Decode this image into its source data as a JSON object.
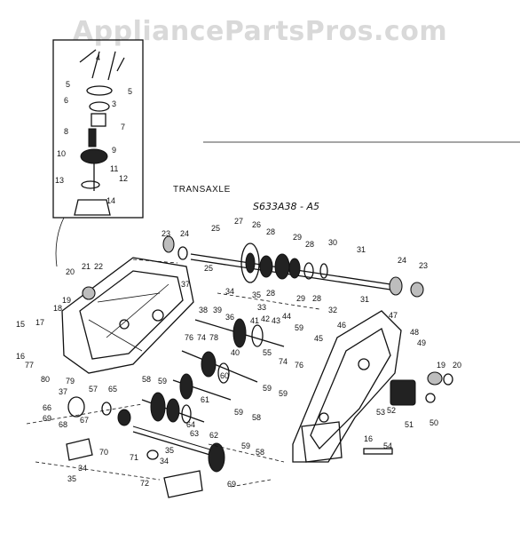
{
  "watermark": "AppliancePartsPros.com",
  "title": "TRANSAXLE",
  "model_note": "S633A38 - A5",
  "labels": [
    {
      "id": "5a",
      "text": "5"
    },
    {
      "id": "4a",
      "text": "4"
    },
    {
      "id": "5b",
      "text": "5"
    },
    {
      "id": "6",
      "text": "6"
    },
    {
      "id": "3",
      "text": "3"
    },
    {
      "id": "7",
      "text": "7"
    },
    {
      "id": "8",
      "text": "8"
    },
    {
      "id": "9",
      "text": "9"
    },
    {
      "id": "10",
      "text": "10"
    },
    {
      "id": "11",
      "text": "11"
    },
    {
      "id": "12",
      "text": "12"
    },
    {
      "id": "13",
      "text": "13"
    },
    {
      "id": "14",
      "text": "14"
    },
    {
      "id": "23a",
      "text": "23"
    },
    {
      "id": "24a",
      "text": "24"
    },
    {
      "id": "25a",
      "text": "25"
    },
    {
      "id": "27",
      "text": "27"
    },
    {
      "id": "26",
      "text": "26"
    },
    {
      "id": "28a",
      "text": "28"
    },
    {
      "id": "29a",
      "text": "29"
    },
    {
      "id": "28b",
      "text": "28"
    },
    {
      "id": "30",
      "text": "30"
    },
    {
      "id": "31a",
      "text": "31"
    },
    {
      "id": "24b",
      "text": "24"
    },
    {
      "id": "23b",
      "text": "23"
    },
    {
      "id": "25b",
      "text": "25"
    },
    {
      "id": "28c",
      "text": "28"
    },
    {
      "id": "29b",
      "text": "29"
    },
    {
      "id": "28d",
      "text": "28"
    },
    {
      "id": "31b",
      "text": "31"
    },
    {
      "id": "34a",
      "text": "34"
    },
    {
      "id": "35a",
      "text": "35"
    },
    {
      "id": "33",
      "text": "33"
    },
    {
      "id": "32",
      "text": "32"
    },
    {
      "id": "20a",
      "text": "20"
    },
    {
      "id": "21",
      "text": "21"
    },
    {
      "id": "22",
      "text": "22"
    },
    {
      "id": "19a",
      "text": "19"
    },
    {
      "id": "18",
      "text": "18"
    },
    {
      "id": "37a",
      "text": "37"
    },
    {
      "id": "38",
      "text": "38"
    },
    {
      "id": "39a",
      "text": "39"
    },
    {
      "id": "36",
      "text": "36"
    },
    {
      "id": "41",
      "text": "41"
    },
    {
      "id": "42",
      "text": "42"
    },
    {
      "id": "43",
      "text": "43"
    },
    {
      "id": "44",
      "text": "44"
    },
    {
      "id": "47",
      "text": "47"
    },
    {
      "id": "46",
      "text": "46"
    },
    {
      "id": "59a",
      "text": "59"
    },
    {
      "id": "45",
      "text": "45"
    },
    {
      "id": "48",
      "text": "48"
    },
    {
      "id": "49",
      "text": "49"
    },
    {
      "id": "15",
      "text": "15"
    },
    {
      "id": "17",
      "text": "17"
    },
    {
      "id": "16a",
      "text": "16"
    },
    {
      "id": "77",
      "text": "77"
    },
    {
      "id": "80",
      "text": "80"
    },
    {
      "id": "79",
      "text": "79"
    },
    {
      "id": "37b",
      "text": "37"
    },
    {
      "id": "76a",
      "text": "76"
    },
    {
      "id": "74a",
      "text": "74"
    },
    {
      "id": "78",
      "text": "78"
    },
    {
      "id": "40",
      "text": "40"
    },
    {
      "id": "55",
      "text": "55"
    },
    {
      "id": "74b",
      "text": "74"
    },
    {
      "id": "76b",
      "text": "76"
    },
    {
      "id": "57",
      "text": "57"
    },
    {
      "id": "65",
      "text": "65"
    },
    {
      "id": "58a",
      "text": "58"
    },
    {
      "id": "59b",
      "text": "59"
    },
    {
      "id": "60",
      "text": "60"
    },
    {
      "id": "59c",
      "text": "59"
    },
    {
      "id": "59d",
      "text": "59"
    },
    {
      "id": "19b",
      "text": "19"
    },
    {
      "id": "20b",
      "text": "20"
    },
    {
      "id": "66",
      "text": "66"
    },
    {
      "id": "69a",
      "text": "69"
    },
    {
      "id": "68",
      "text": "68"
    },
    {
      "id": "67",
      "text": "67"
    },
    {
      "id": "61",
      "text": "61"
    },
    {
      "id": "53",
      "text": "53"
    },
    {
      "id": "52",
      "text": "52"
    },
    {
      "id": "50",
      "text": "50"
    },
    {
      "id": "51",
      "text": "51"
    },
    {
      "id": "59e",
      "text": "59"
    },
    {
      "id": "58b",
      "text": "58"
    },
    {
      "id": "64",
      "text": "64"
    },
    {
      "id": "63",
      "text": "63"
    },
    {
      "id": "70",
      "text": "70"
    },
    {
      "id": "34b",
      "text": "34"
    },
    {
      "id": "35b",
      "text": "35"
    },
    {
      "id": "62",
      "text": "62"
    },
    {
      "id": "59f",
      "text": "59"
    },
    {
      "id": "58c",
      "text": "58"
    },
    {
      "id": "16b",
      "text": "16"
    },
    {
      "id": "54",
      "text": "54"
    },
    {
      "id": "71",
      "text": "71"
    },
    {
      "id": "35c",
      "text": "35"
    },
    {
      "id": "34c",
      "text": "34"
    },
    {
      "id": "72",
      "text": "72"
    },
    {
      "id": "69b",
      "text": "69"
    }
  ]
}
